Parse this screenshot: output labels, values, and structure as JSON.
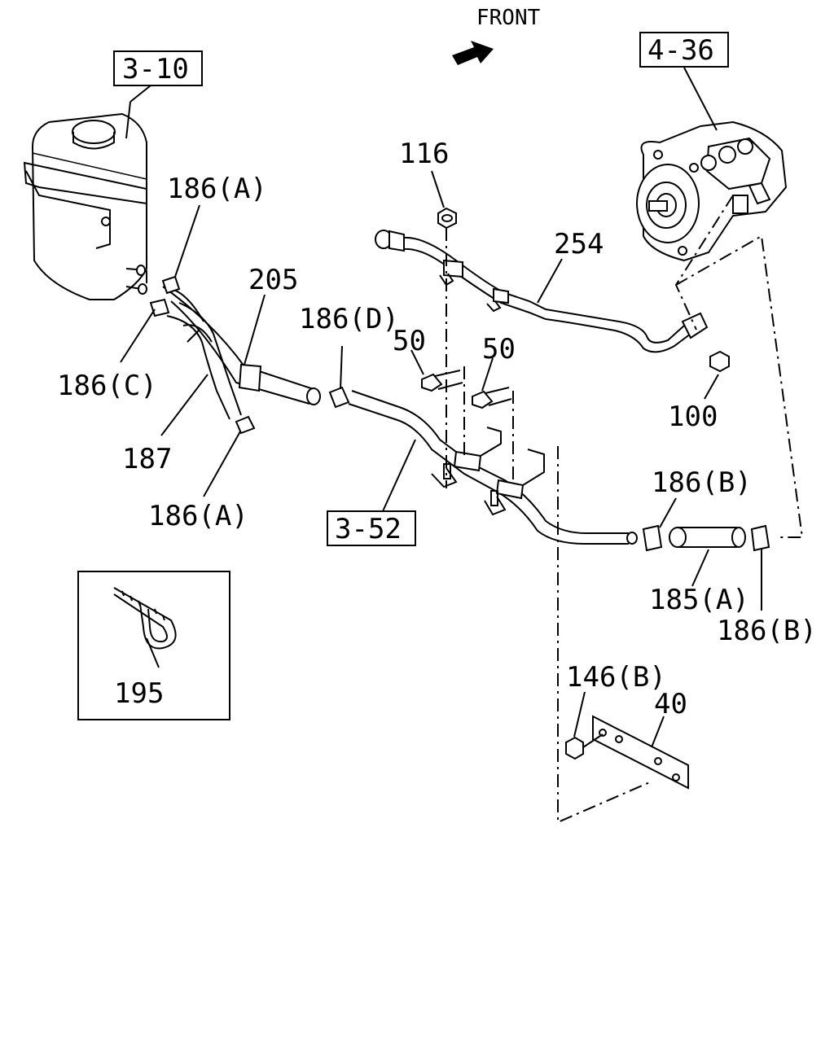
{
  "front_label": "FRONT",
  "refs": {
    "tank": "3-10",
    "pump": "4-36",
    "pipe": "3-52"
  },
  "parts": {
    "nut_116": "116",
    "clip_186A_top": "186(A)",
    "hose_205": "205",
    "pipe_254": "254",
    "clip_186D": "186(D)",
    "bolt_50_left": "50",
    "bolt_50_right": "50",
    "clip_186C": "186(C)",
    "nut_100": "100",
    "hose_187": "187",
    "clip_186B_top": "186(B)",
    "clip_186A_bottom": "186(A)",
    "hose_185A": "185(A)",
    "clip_186B_bottom": "186(B)",
    "tie_195": "195",
    "nut_146B": "146(B)",
    "bracket_40": "40"
  }
}
